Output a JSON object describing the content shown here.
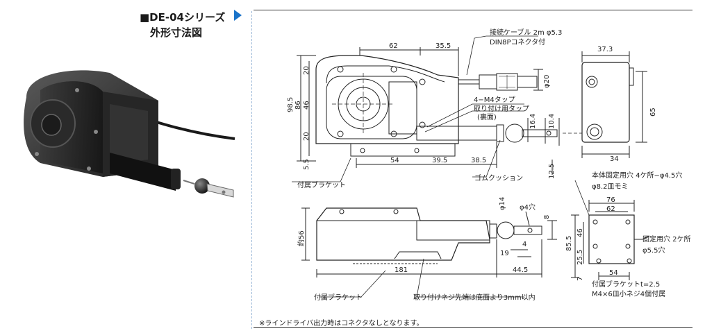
{
  "header": {
    "title_line1": "■DE-04シリーズ",
    "title_line2": "外形寸法図",
    "accent_color": "#1a73c9"
  },
  "labels": {
    "cable": "接続ケーブル 2m φ5.3",
    "connector": "DIN8Pコネクタ付",
    "tap": "4−M4タップ",
    "mount_tap": "取り付け用タップ",
    "mount_tap_sub": "(裏面)",
    "bracket1": "付属ブラケット",
    "cushion": "ゴムクッション",
    "body_hole": "本体固定用穴 4ケ所−φ4.5穴",
    "countersink": "φ8.2皿モミ",
    "fix_hole": "固定用穴 2ケ所",
    "fix_hole_dia": "φ5.5穴",
    "bracket2": "付属ブラケット",
    "screw_depth": "取り付けネジ先端は底面より3mm以内",
    "bracket_spec1": "付属ブラケットt=2.5",
    "bracket_spec2": "M4×6皿小ネジ4個付属",
    "footnote": "※ラインドライバ出力時はコネクタなしとなります。"
  },
  "dims": {
    "top_62": "62",
    "top_35_5": "35.5",
    "v_20a": "20",
    "v_98_5": "98.5",
    "v_86": "86",
    "v_46": "46",
    "v_20b": "20",
    "v_5_5": "5.5",
    "h_54": "54",
    "h_39_5": "39.5",
    "h_38_5": "38.5",
    "phi20": "φ20",
    "d16_4": "16.4",
    "d10_4": "10.4",
    "d12_5": "12.5",
    "side_37_3": "37.3",
    "side_65": "65",
    "side_34": "34",
    "approx56": "約56",
    "phi14": "φ14",
    "phi4hole": "φ4穴",
    "d8": "8",
    "d4": "4",
    "d19": "19",
    "d181": "181",
    "d44_5": "44.5",
    "b76": "76",
    "b62": "62",
    "b46": "46",
    "b85_5": "85.5",
    "b25_5": "25.5",
    "b54": "54",
    "b7": "7"
  }
}
